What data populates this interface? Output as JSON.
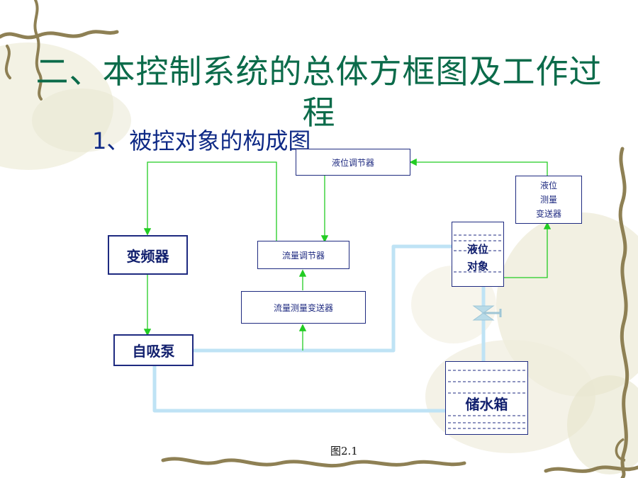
{
  "slide": {
    "title": "二、本控制系统的总体方框图及工作过程",
    "subtitle": "1、被控对象的构成图",
    "caption": "图2.1"
  },
  "blocks": {
    "level_controller": "液位调节器",
    "level_transmitter": "液位\n测量\n变送器",
    "vfd": "变频器",
    "flow_controller": "流量调节器",
    "flow_transmitter": "流量测量变送器",
    "pump": "自吸泵",
    "level_object": "液位\n对象",
    "storage_tank": "储水箱"
  },
  "colors": {
    "title": "#0b6b4a",
    "subtitle": "#0f2a86",
    "block_border": "#1e2a80",
    "signal_line": "#22cc22",
    "pipe": "#bfe3f5",
    "valve": "#b9dbe8"
  }
}
